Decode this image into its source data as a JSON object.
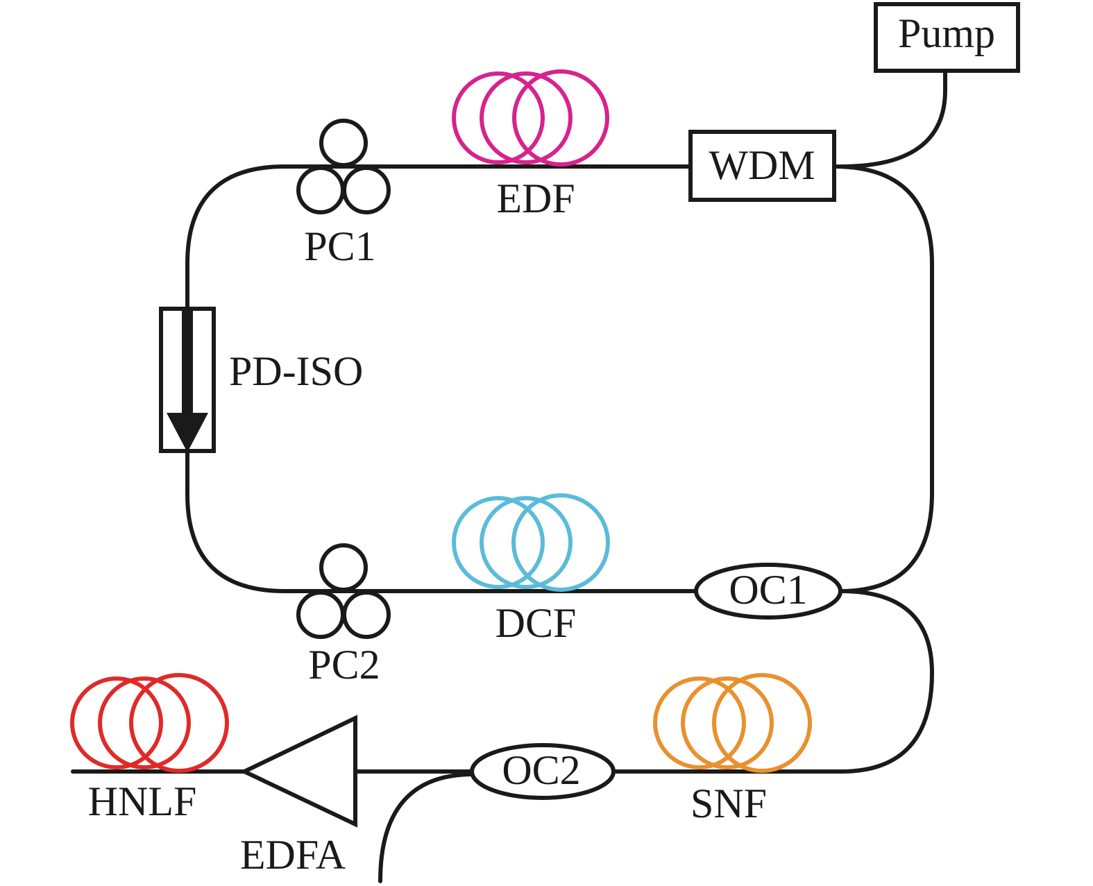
{
  "labels": {
    "pump": "Pump",
    "wdm": "WDM",
    "edf": "EDF",
    "pc1": "PC1",
    "pd_iso": "PD-ISO",
    "pc2": "PC2",
    "dcf": "DCF",
    "oc1": "OC1",
    "oc2": "OC2",
    "snf": "SNF",
    "hnlf": "HNLF",
    "edfa": "EDFA"
  },
  "colors": {
    "edf": "#d6238e",
    "dcf": "#5bbbd9",
    "snf": "#e8912e",
    "hnlf": "#e02a2a",
    "line": "#1a1a1a"
  }
}
